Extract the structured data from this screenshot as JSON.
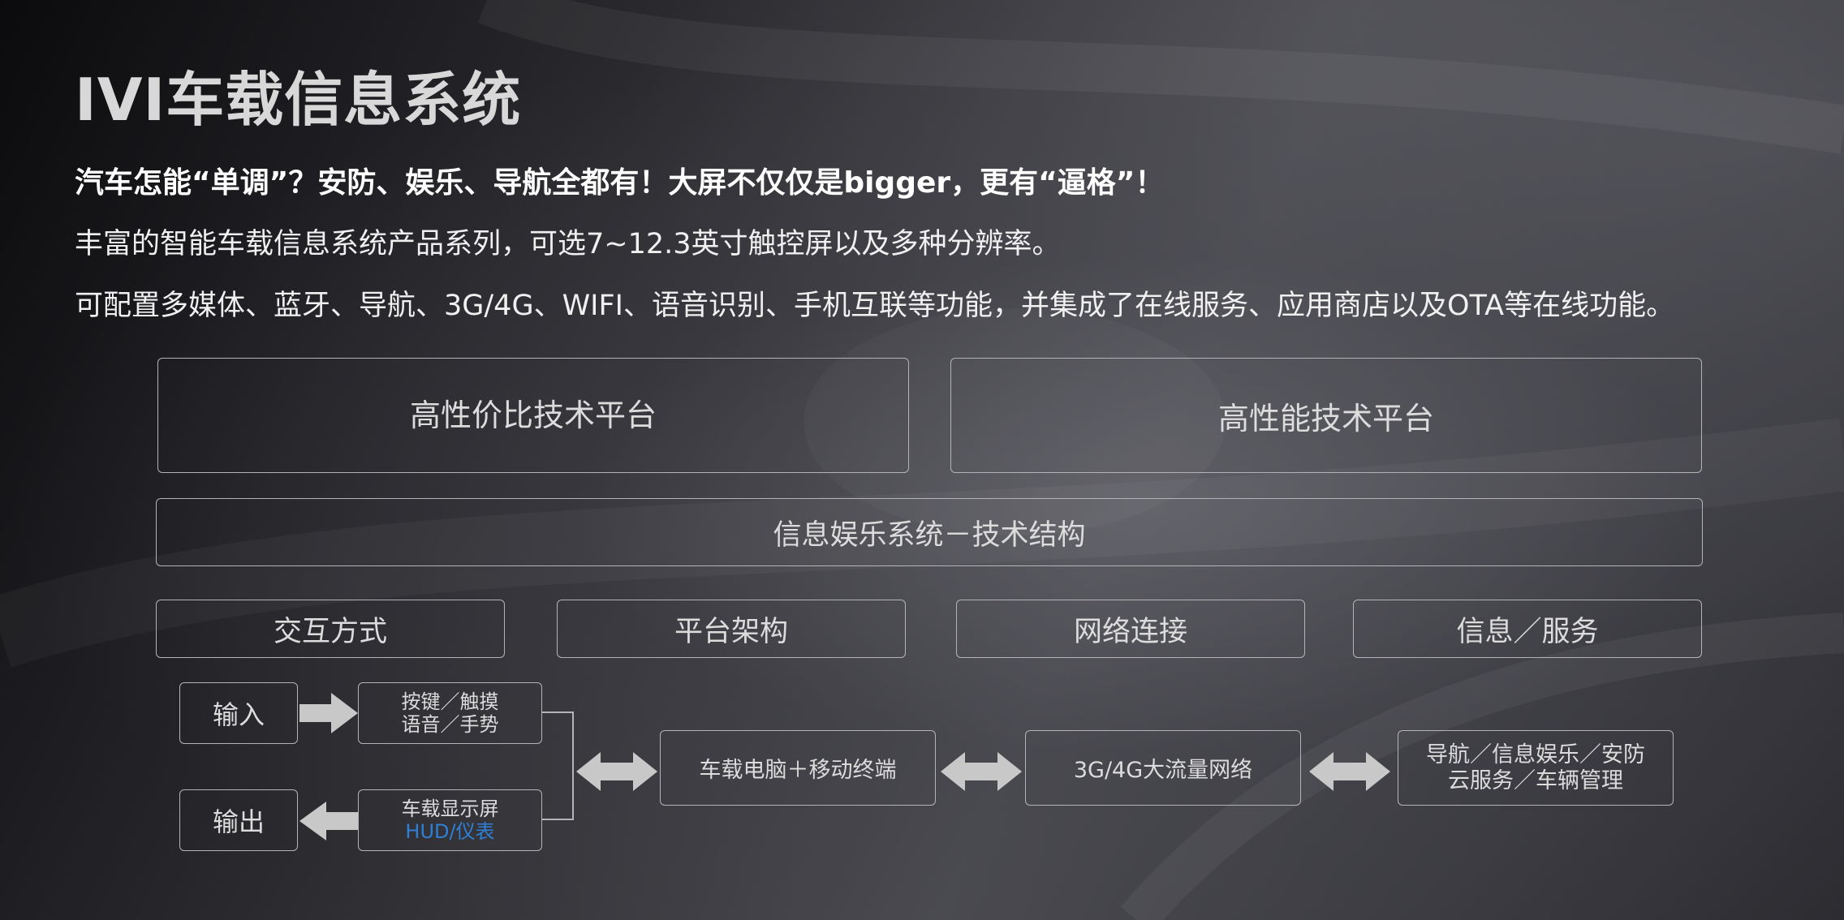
{
  "title": "IVI车载信息系统",
  "tagline": "汽车怎能“单调”？安防、娱乐、导航全都有！大屏不仅仅是bigger，更有“逼格”！",
  "desc_1": "丰富的智能车载信息系统产品系列，可选7~12.3英寸触控屏以及多种分辨率。",
  "desc_2": "可配置多媒体、蓝牙、导航、3G/4G、WIFI、语音识别、手机互联等功能，并集成了在线服务、应用商店以及OTA等在线功能。",
  "platforms": [
    "高性价比技术平台",
    "高性能技术平台"
  ],
  "architecture": "信息娱乐系统－技术结构",
  "categories": [
    "交互方式",
    "平台架构",
    "网络连接",
    "信息／服务"
  ],
  "input_label": "输入",
  "output_label": "输出",
  "input_methods": [
    "按键／触摸",
    "语音／手势"
  ],
  "output_devices": [
    "车载显示屏",
    "HUD/仪表"
  ],
  "computer_node": "车载电脑＋移动终端",
  "network_node": "3G/4G大流量网络",
  "service_node": [
    "导航／信息娱乐／安防",
    "云服务／车辆管理"
  ],
  "colors": {
    "highlight": "#2f7fd6",
    "border": "#b4b4b8",
    "arrow": "#c8c8c8"
  }
}
